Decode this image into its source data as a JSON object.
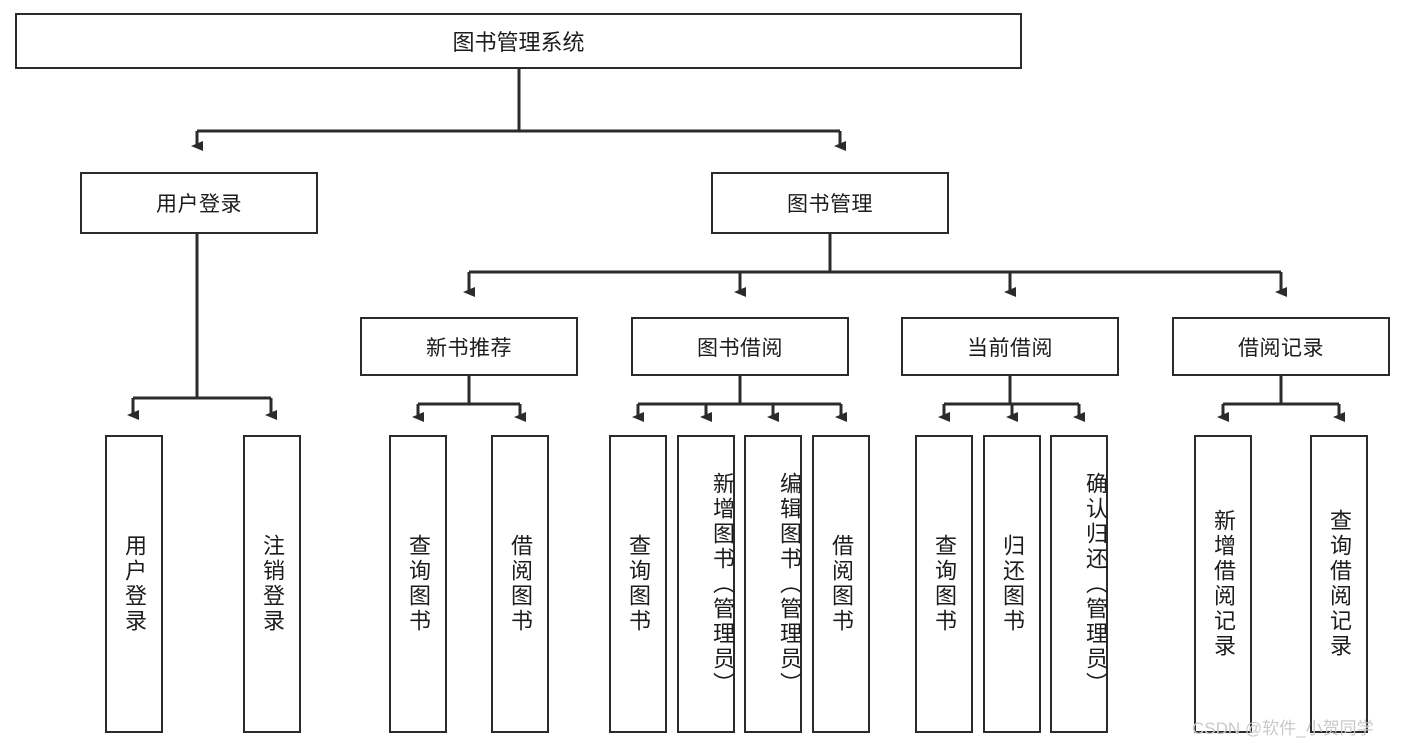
{
  "diagram": {
    "type": "tree-hierarchy",
    "title": "图书管理系统",
    "watermark": "CSDN @软件_小贺同学",
    "colors": {
      "box_border": "#2b2b2b",
      "box_fill": "#ffffff",
      "edge": "#2b2b2b",
      "text": "#1c1c1c",
      "watermark": "#c9c9c9"
    },
    "nodes": {
      "root": {
        "label": "图书管理系统"
      },
      "level2": [
        {
          "label": "用户登录"
        },
        {
          "label": "图书管理"
        }
      ],
      "level3": [
        {
          "label": "新书推荐"
        },
        {
          "label": "图书借阅"
        },
        {
          "label": "当前借阅"
        },
        {
          "label": "借阅记录"
        }
      ],
      "leaves_user_login": [
        {
          "label": "用户登录"
        },
        {
          "label": "注销登录"
        }
      ],
      "leaves_new_book": [
        {
          "label": "查询图书"
        },
        {
          "label": "借阅图书"
        }
      ],
      "leaves_borrow": [
        {
          "label": "查询图书"
        },
        {
          "label": "新增图书（管理员）"
        },
        {
          "label": "编辑图书（管理员）"
        },
        {
          "label": "借阅图书"
        }
      ],
      "leaves_current": [
        {
          "label": "查询图书"
        },
        {
          "label": "归还图书"
        },
        {
          "label": "确认归还（管理员）"
        }
      ],
      "leaves_records": [
        {
          "label": "新增借阅记录"
        },
        {
          "label": "查询借阅记录"
        }
      ]
    }
  }
}
